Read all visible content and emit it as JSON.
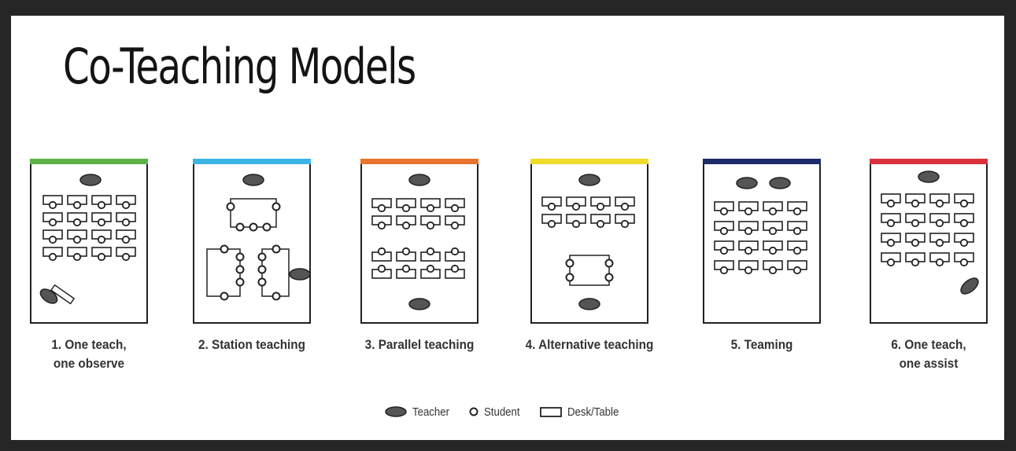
{
  "title": "Co-Teaching Models",
  "models": [
    {
      "caption": "1. One teach,\none observe",
      "accent": "#5cb347"
    },
    {
      "caption": "2. Station teaching",
      "accent": "#3bb3e4"
    },
    {
      "caption": "3. Parallel teaching",
      "accent": "#e8742d"
    },
    {
      "caption": "4. Alternative teaching",
      "accent": "#f0dc2a"
    },
    {
      "caption": "5. Teaming",
      "accent": "#1d2a6b"
    },
    {
      "caption": "6. One teach,\none assist",
      "accent": "#d9323d"
    }
  ],
  "legend": {
    "teacher": "Teacher",
    "student": "Student",
    "desk": "Desk/Table"
  },
  "colors": {
    "teacher_fill": "#555555",
    "frame": "#262626"
  }
}
